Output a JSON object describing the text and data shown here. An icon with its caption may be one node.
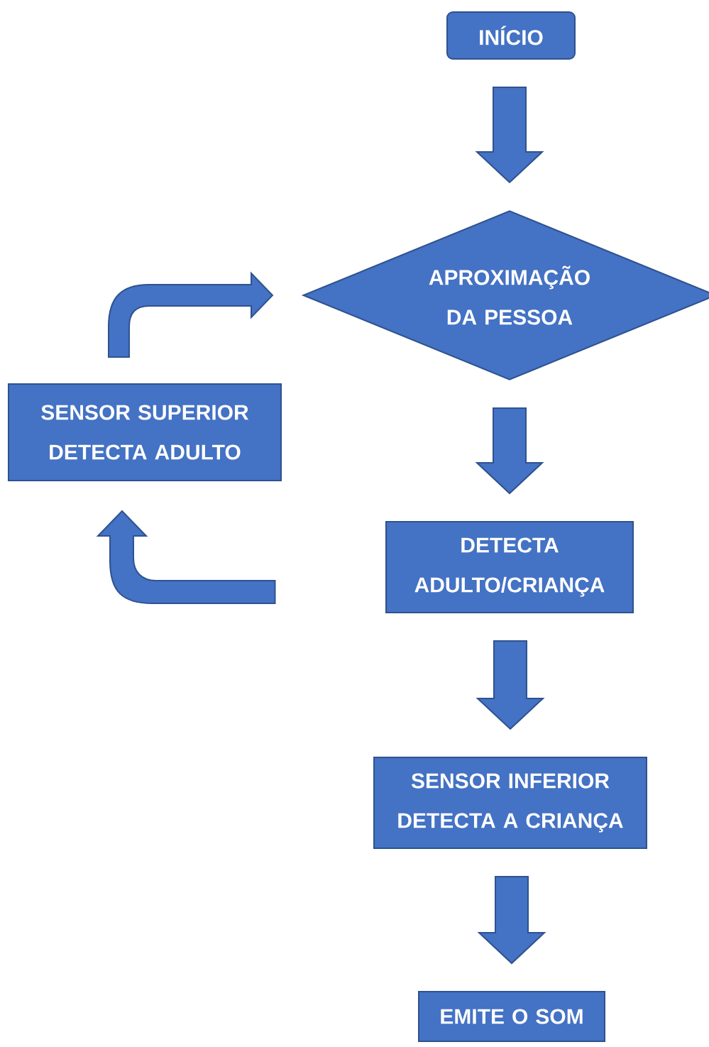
{
  "diagram": {
    "nodes": [
      {
        "text": [
          "INÍCIO"
        ]
      },
      {
        "text": [
          "APROXIMAÇÃO DA PESSOA"
        ]
      },
      {
        "text": [
          "DETECTA ADULTO/CRIANÇA"
        ]
      },
      {
        "text": [
          "SENSOR INFERIOR DETECTA A CRIANÇA"
        ]
      },
      {
        "text": [
          "EMITE O SOM"
        ]
      },
      {
        "text": [
          "SENSOR SUPERIOR DETECTA ADULTO"
        ]
      }
    ],
    "edges": [
      {
        "from": 0,
        "to": 1,
        "arrow": "to"
      },
      {
        "from": 1,
        "to": 2,
        "arrow": "to"
      },
      {
        "from": 2,
        "to": 3,
        "arrow": "to"
      },
      {
        "from": 3,
        "to": 4,
        "arrow": "to"
      },
      {
        "from": 2,
        "to": 5,
        "arrow": "to"
      },
      {
        "from": 5,
        "to": 1,
        "arrow": "to"
      }
    ]
  }
}
